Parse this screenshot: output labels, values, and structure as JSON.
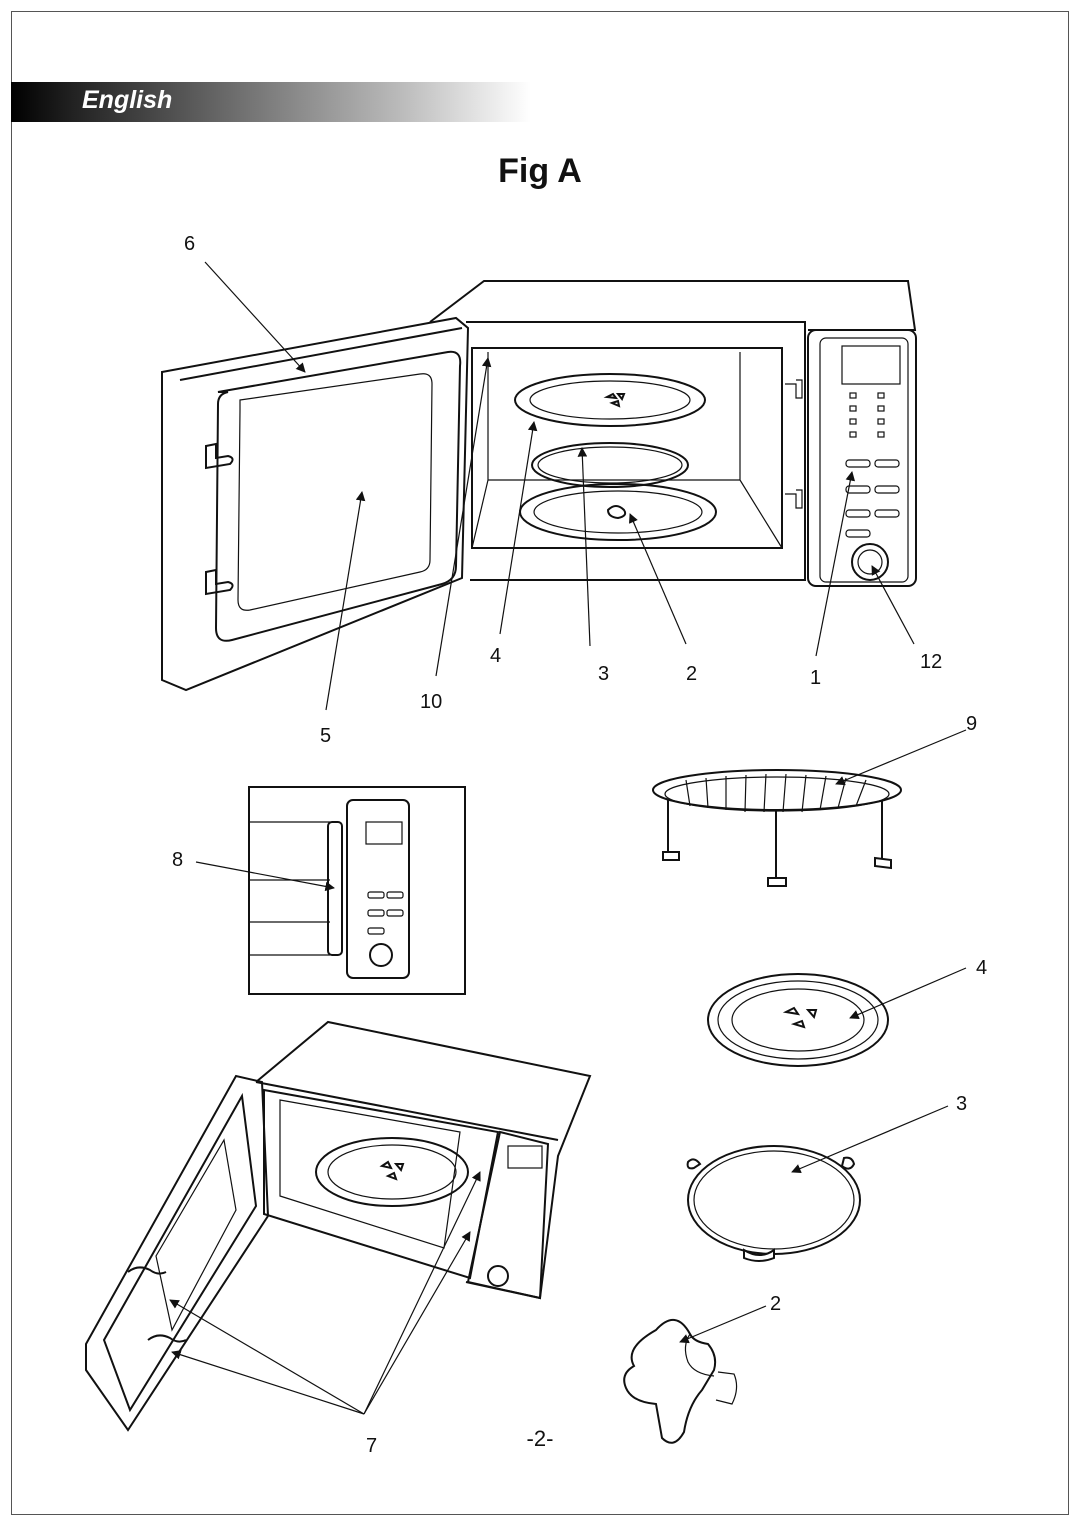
{
  "header": {
    "language_label": "English"
  },
  "figure": {
    "title": "Fig A"
  },
  "callouts": {
    "n1": "1",
    "n2": "2",
    "n3": "3",
    "n4": "4",
    "n5": "5",
    "n6": "6",
    "n7": "7",
    "n8": "8",
    "n9": "9",
    "n10": "10",
    "n12": "12",
    "n4b": "4",
    "n3b": "3",
    "n2b": "2"
  },
  "footer": {
    "page_number": "-2-"
  },
  "colors": {
    "banner_start": "#000000",
    "banner_end": "#ffffff",
    "ink": "#111111"
  }
}
